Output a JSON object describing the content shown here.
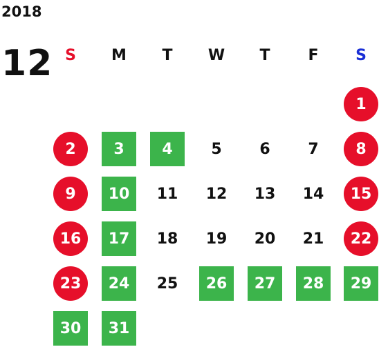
{
  "calendar": {
    "year": "2018",
    "month": "12",
    "weekdays": [
      {
        "label": "S",
        "color": "#e60f2a"
      },
      {
        "label": "M",
        "color": "#111111"
      },
      {
        "label": "T",
        "color": "#111111"
      },
      {
        "label": "W",
        "color": "#111111"
      },
      {
        "label": "T",
        "color": "#111111"
      },
      {
        "label": "F",
        "color": "#111111"
      },
      {
        "label": "S",
        "color": "#1a2fd6"
      }
    ],
    "legend_colors": {
      "holiday": "#e60f2a",
      "business": "#3cb44b"
    },
    "weeks": [
      [
        null,
        null,
        null,
        null,
        null,
        null,
        {
          "day": "1",
          "type": "holiday"
        }
      ],
      [
        {
          "day": "2",
          "type": "holiday"
        },
        {
          "day": "3",
          "type": "business"
        },
        {
          "day": "4",
          "type": "business"
        },
        {
          "day": "5",
          "type": "plain"
        },
        {
          "day": "6",
          "type": "plain"
        },
        {
          "day": "7",
          "type": "plain"
        },
        {
          "day": "8",
          "type": "holiday"
        }
      ],
      [
        {
          "day": "9",
          "type": "holiday"
        },
        {
          "day": "10",
          "type": "business"
        },
        {
          "day": "11",
          "type": "plain"
        },
        {
          "day": "12",
          "type": "plain"
        },
        {
          "day": "13",
          "type": "plain"
        },
        {
          "day": "14",
          "type": "plain"
        },
        {
          "day": "15",
          "type": "holiday"
        }
      ],
      [
        {
          "day": "16",
          "type": "holiday"
        },
        {
          "day": "17",
          "type": "business"
        },
        {
          "day": "18",
          "type": "plain"
        },
        {
          "day": "19",
          "type": "plain"
        },
        {
          "day": "20",
          "type": "plain"
        },
        {
          "day": "21",
          "type": "plain"
        },
        {
          "day": "22",
          "type": "holiday"
        }
      ],
      [
        {
          "day": "23",
          "type": "holiday"
        },
        {
          "day": "24",
          "type": "business"
        },
        {
          "day": "25",
          "type": "plain"
        },
        {
          "day": "26",
          "type": "business"
        },
        {
          "day": "27",
          "type": "business"
        },
        {
          "day": "28",
          "type": "business"
        },
        {
          "day": "29",
          "type": "business"
        }
      ],
      [
        {
          "day": "30",
          "type": "business"
        },
        {
          "day": "31",
          "type": "business"
        },
        null,
        null,
        null,
        null,
        null
      ]
    ]
  }
}
